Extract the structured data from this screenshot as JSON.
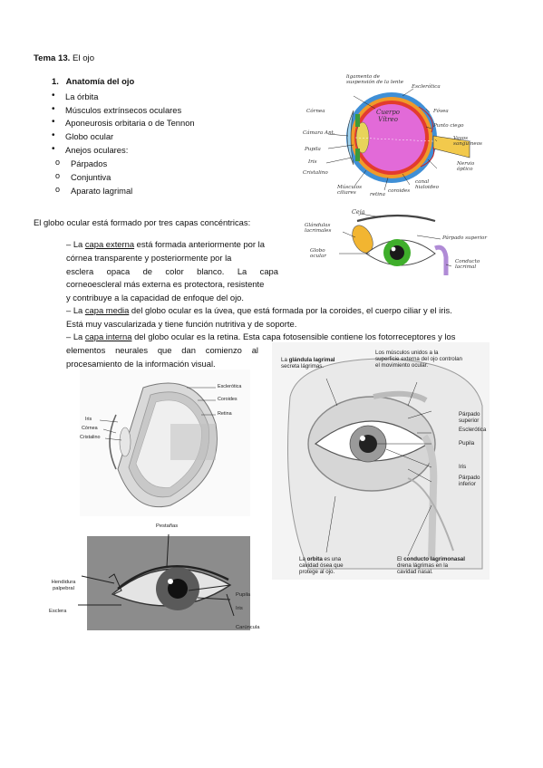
{
  "title": {
    "label": "Tema 13.",
    "rest": " El ojo"
  },
  "section": {
    "number": "1.",
    "heading": "Anatomía del ojo"
  },
  "bullets": [
    "La órbita",
    "Músculos extrínsecos oculares",
    "Aponeurosis orbitaria o de Tennon",
    "Globo ocular",
    "Anejos oculares:"
  ],
  "sub_bullets": [
    "Párpados",
    "Conjuntiva",
    "Aparato lagrimal"
  ],
  "bullet_glyph": "•",
  "sub_glyph": "o",
  "intro": "El globo ocular está formado por tres capas concéntricas:",
  "layers": {
    "dash": "– La ",
    "ext_term": "capa externa",
    "ext_l1": " está formada anteriormente por la",
    "ext_l2": "córnea transparente y posteriormente por la",
    "ext_l3": "esclera opaca de color blanco. La capa",
    "ext_l4": "corneoescleral más externa es protectora, resistente",
    "ext_l5": "y contribuye a la capacidad de enfoque del ojo.",
    "med_term": "capa media",
    "med_l1": " del globo ocular es la úvea, que está formada por la coroides, el cuerpo ciliar y el iris.",
    "med_l2": "Está muy vascularizada y tiene función nutritiva y de soporte.",
    "int_term": "capa interna",
    "int_l1": " del globo ocular es la retina. Esta capa fotosensible contiene los fotorreceptores y los",
    "int_l2": "elementos neurales que dan comienzo al",
    "int_l3": "procesamiento de la información visual."
  },
  "fig_eye_diagram": {
    "labels": [
      "ligamento de suspensión de la lente",
      "Esclerótica",
      "Córnea",
      "Cuerpo Vítreo",
      "Fóvea",
      "Punto ciego",
      "Cámara Ant.",
      "Vasos sanguíneos",
      "Pupila",
      "Nervio óptico",
      "Iris",
      "Cristalino",
      "Músculos ciliares",
      "retina",
      "coroides",
      "canal hialoideo"
    ],
    "colors": {
      "vitreous": "#e26ad8",
      "sclera": "#3f8fd6",
      "retina": "#e33b2f",
      "choroid": "#f09a2a",
      "iris": "#3c9a3a",
      "lens": "#e8d45a"
    }
  },
  "fig_lacrimal_color": {
    "labels": [
      "Ceja",
      "Glándulas lacrimales",
      "Globo ocular",
      "Párpado superior",
      "Conducto lacrimal"
    ],
    "colors": {
      "gland": "#f2b531",
      "iris": "#3fae2b",
      "duct": "#b08bd6"
    }
  },
  "fig_section": {
    "labels": [
      "Esclerótica",
      "Coroides",
      "Retina",
      "Iris",
      "Córnea",
      "Cristalino"
    ]
  },
  "fig_orbit": {
    "captions": {
      "gland_bold": "glándula lagrimal",
      "gland_l1_pre": "La ",
      "gland_l2": "secreta lágrimas.",
      "muscles_l1": "Los músculos unidos a la",
      "muscles_l2": "superficie externa del ojo controlan",
      "muscles_l3": "el movimiento ocular.",
      "parpado_sup_l1": "Párpado",
      "parpado_sup_l2": "superior",
      "esclerotica": "Esclerótica",
      "pupila": "Pupila",
      "iris": "Iris",
      "parpado_inf_l1": "Párpado",
      "parpado_inf_l2": "inferior",
      "orbita_bold": "orbita",
      "orbita_l1_pre": "La ",
      "orbita_l1_post": " es una",
      "orbita_l2": "cavidad ósea que",
      "orbita_l3": "protege al ojo.",
      "conducto_pre": "El ",
      "conducto_bold": "conducto lagrimonasal",
      "conducto_l2": "drena lágrimas en la",
      "conducto_l3": "cavidad nasal."
    }
  },
  "fig_photo": {
    "labels": [
      "Pestañas",
      "Hendidura palpebral",
      "Esclera",
      "Pupila",
      "Iris",
      "Carúncula"
    ]
  }
}
